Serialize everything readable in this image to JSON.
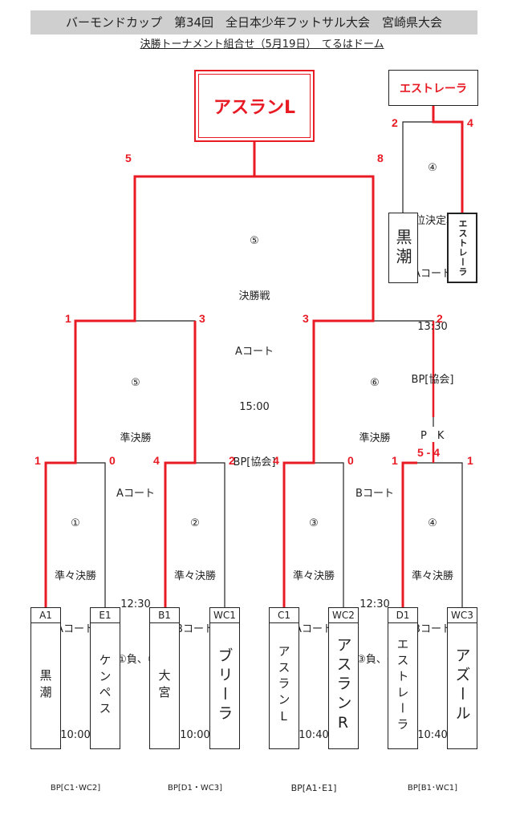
{
  "header": {
    "title": "バーモンドカップ　第34回　全日本少年フットサル大会　宮崎県大会",
    "subtitle": "決勝トーナメント組合せ（5月19日）　てるはドーム"
  },
  "champion": "アスランL",
  "third_place_winner": "エストレーラ",
  "colors": {
    "winner_line": "#e81a24",
    "line": "#222222"
  },
  "teams": [
    {
      "seed": "A1",
      "name": "黒潮"
    },
    {
      "seed": "E1",
      "name": "ケンペス"
    },
    {
      "seed": "B1",
      "name": "大宮"
    },
    {
      "seed": "WC1",
      "name": "ブリーラ"
    },
    {
      "seed": "C1",
      "name": "アスランL"
    },
    {
      "seed": "WC2",
      "name": "アスランR"
    },
    {
      "seed": "D1",
      "name": "エストレーラ"
    },
    {
      "seed": "WC3",
      "name": "アズール"
    }
  ],
  "quarterfinals": [
    {
      "no": "①",
      "round": "準々決勝",
      "court": "Aコート",
      "time": "10:00",
      "bp": "BP[C1･WC2]",
      "score_left": "1",
      "score_right": "0"
    },
    {
      "no": "②",
      "round": "準々決勝",
      "court": "Bコート",
      "time": "10:00",
      "bp": "BP[D1・WC3]",
      "score_left": "4",
      "score_right": "2"
    },
    {
      "no": "③",
      "round": "準々決勝",
      "court": "Aコート",
      "time": "10:40",
      "bp": "BP[A1･E1]",
      "score_left": "4",
      "score_right": "0"
    },
    {
      "no": "④",
      "round": "準々決勝",
      "court": "Bコート",
      "time": "10:40",
      "bp": "BP[B1･WC1]",
      "score_left": "1",
      "score_right": "1",
      "pk": "5 - 4"
    }
  ],
  "semifinals": [
    {
      "no": "⑤",
      "round": "準決勝",
      "court": "Aコート",
      "time": "12:30",
      "bp": "BP[①負、②負]",
      "score_left": "1",
      "score_right": "3"
    },
    {
      "no": "⑥",
      "round": "準決勝",
      "court": "Bコート",
      "time": "12:30",
      "bp": "BP[③負、④負]",
      "score_left": "3",
      "score_right": "2",
      "pk": "P　K"
    }
  ],
  "final": {
    "no": "⑤",
    "round": "決勝戦",
    "court": "Aコート",
    "time": "15:00",
    "bp": "BP[協会]",
    "score_left": "5",
    "score_right": "8"
  },
  "third_place": {
    "no": "④",
    "round": "3位決定戦",
    "court": "Aコート",
    "time": "13:30",
    "bp": "BP[協会]",
    "score_left": "2",
    "score_right": "4",
    "team_left": "黒潮",
    "team_right": "エストレーラ"
  }
}
